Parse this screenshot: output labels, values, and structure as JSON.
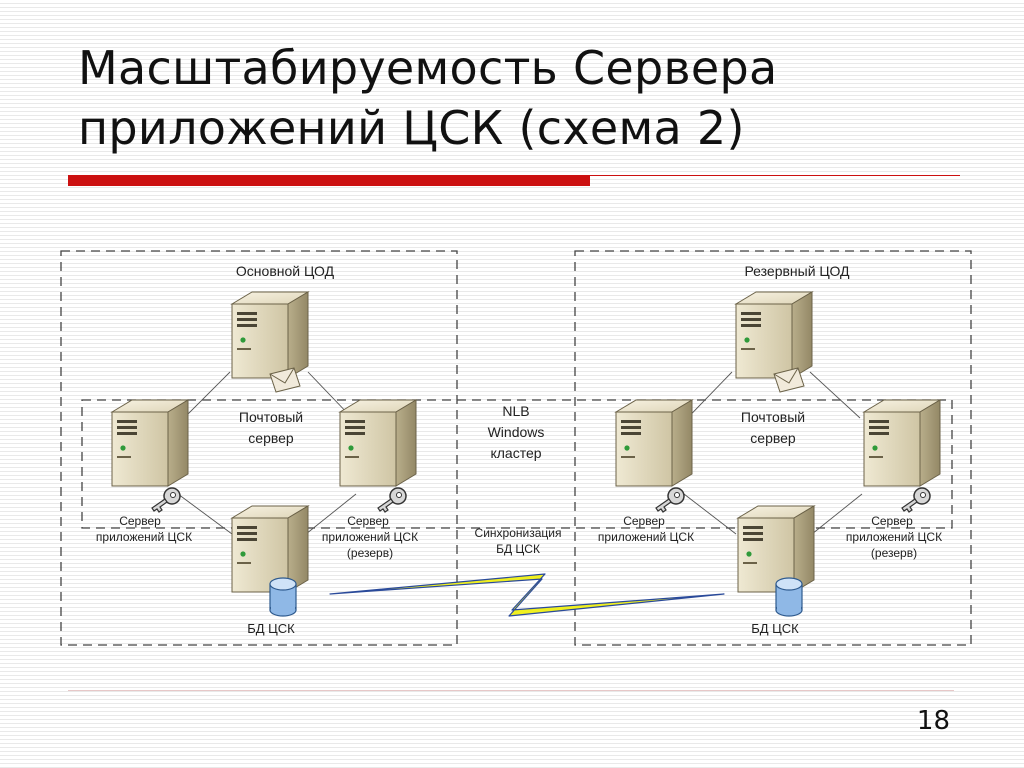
{
  "slide": {
    "title_line1": "Масштабируемость Сервера",
    "title_line2": "приложений ЦСК (схема 2)",
    "page_number": "18"
  },
  "diagram": {
    "left_zone_label": "Основной ЦОД",
    "right_zone_label": "Резервный ЦОД",
    "cluster_label": [
      "NLB",
      "Windows",
      "кластер"
    ],
    "sync_label": [
      "Синхронизация",
      "БД ЦСК"
    ],
    "left": {
      "mail_server": [
        "Почтовый",
        "сервер"
      ],
      "app_server": [
        "Сервер",
        "приложений ЦСК"
      ],
      "app_server_reserve": [
        "Сервер",
        "приложений ЦСК",
        "(резерв)"
      ],
      "db": "БД ЦСК"
    },
    "right": {
      "mail_server": [
        "Почтовый",
        "сервер"
      ],
      "app_server": [
        "Сервер",
        "приложений ЦСК"
      ],
      "app_server_reserve": [
        "Сервер",
        "приложений ЦСК",
        "(резерв)"
      ],
      "db": "БД ЦСК"
    },
    "icons": {
      "server": "server-tower-icon",
      "key": "key-icon",
      "database": "database-cylinder-icon",
      "envelope": "envelope-icon",
      "link": "lightning-link-icon"
    },
    "colors": {
      "title_rule": "#cc1111",
      "dash": "#444444",
      "lightning_fill": "#f0f020",
      "lightning_stroke": "#2a4a9a",
      "db_fill": "#8fb8e6"
    }
  }
}
